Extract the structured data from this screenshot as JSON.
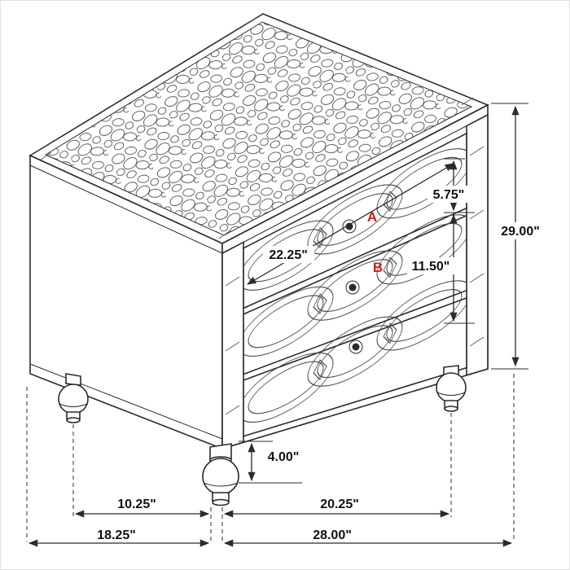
{
  "diagram": {
    "colors": {
      "line": "#2b2b2b",
      "accent": "#cf1d1d",
      "background": "#ffffff"
    },
    "labels": {
      "overall_height": "29.00\"",
      "top_drawer_height": "5.75\"",
      "drawer_opening_height": "11.50\"",
      "drawer_width": "22.25\"",
      "foot_height": "4.00\"",
      "left_foot_inset": "10.25\"",
      "front_foot_span": "20.25\"",
      "overall_depth": "18.25\"",
      "overall_width": "28.00\"",
      "marker_a": "A",
      "marker_b": "B"
    }
  }
}
